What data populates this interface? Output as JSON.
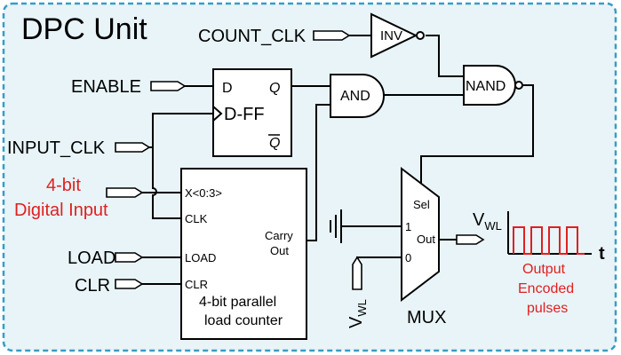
{
  "title": "DPC Unit",
  "colors": {
    "panel_fill": "#e8f4f8",
    "panel_border": "#3a9cc4",
    "accent_red": "#e02020"
  },
  "inputs": {
    "count_clk": "COUNT_CLK",
    "enable": "ENABLE",
    "input_clk": "INPUT_CLK",
    "digital_input_line1": "4-bit",
    "digital_input_line2": "Digital Input",
    "load": "LOAD",
    "clr": "CLR"
  },
  "gates": {
    "inv": "INV",
    "and": "AND",
    "nand": "NAND"
  },
  "dff": {
    "d": "D",
    "q": "Q",
    "name": "D-FF",
    "qbar": "Q"
  },
  "counter": {
    "x_port": "X<0:3>",
    "clk_port": "CLK",
    "load_port": "LOAD",
    "clr_port": "CLR",
    "carry_line1": "Carry",
    "carry_line2": "Out",
    "name_line1": "4-bit parallel",
    "name_line2": "load counter"
  },
  "mux": {
    "sel": "Sel",
    "in1": "1",
    "in0": "0",
    "out": "Out",
    "name": "MUX"
  },
  "signals": {
    "vwl_main": "V",
    "vwl_sub": "WL",
    "vwl_in_main": "V",
    "vwl_in_sub": "WL",
    "time_axis": "t"
  },
  "output": {
    "line1": "Output",
    "line2": "Encoded",
    "line3": "pulses"
  }
}
